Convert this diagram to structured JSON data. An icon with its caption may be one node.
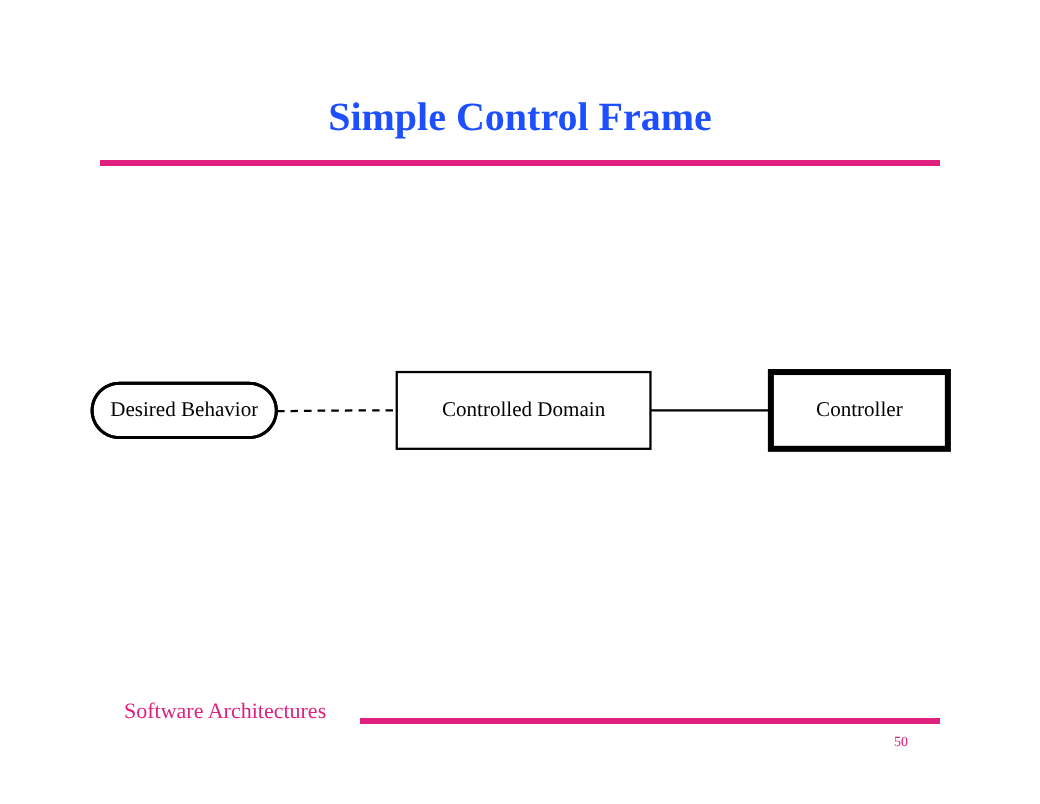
{
  "diagram": {
    "title": "Simple Control Frame",
    "nodes": [
      {
        "text": [
          "Desired Behavior"
        ]
      },
      {
        "text": [
          "Controlled Domain"
        ]
      },
      {
        "text": [
          "Controller"
        ]
      }
    ],
    "edges": [
      {
        "from": 0,
        "to": 1,
        "arrow": "none",
        "style": "dashed"
      },
      {
        "from": 1,
        "to": 2,
        "arrow": "none"
      }
    ],
    "labels": [
      "Software Architectures",
      "50"
    ]
  }
}
